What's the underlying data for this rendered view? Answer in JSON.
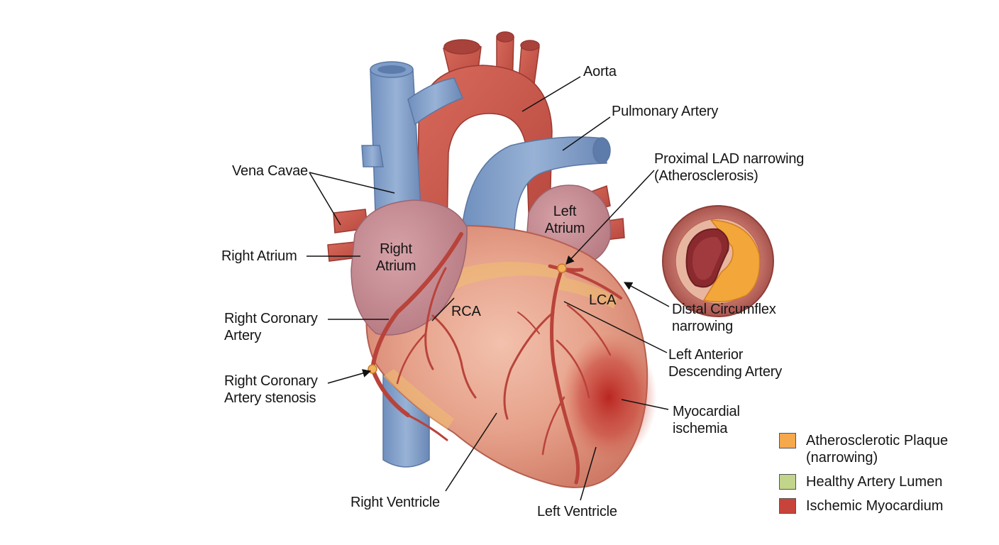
{
  "labels": {
    "aorta": "Aorta",
    "pulmonary_artery": "Pulmonary Artery",
    "proximal_lad": [
      "Proximal LAD narrowing",
      "(Atherosclerosis)"
    ],
    "vena_cavae": "Vena Cavae",
    "left_atrium": [
      "Left",
      "Atrium"
    ],
    "right_atrium_outer": "Right Atrium",
    "right_atrium_inner": [
      "Right",
      "Atrium"
    ],
    "lca": "LCA",
    "rca": "RCA",
    "distal_circumflex": [
      "Distal Circumflex",
      "narrowing"
    ],
    "right_coronary_artery": [
      "Right Coronary",
      "Artery"
    ],
    "left_anterior_descending": [
      "Left Anterior",
      "Descending Artery"
    ],
    "rca_stenosis": [
      "Right Coronary",
      "Artery stenosis"
    ],
    "myocardial_ischemia": [
      "Myocardial",
      "ischemia"
    ],
    "right_ventricle": "Right Ventricle",
    "left_ventricle": "Left Ventricle"
  },
  "legend": [
    {
      "label": [
        "Atherosclerotic Plaque",
        "(narrowing)"
      ],
      "color": "#f5a84c"
    },
    {
      "label": [
        "Healthy Artery Lumen"
      ],
      "color": "#c3d48b"
    },
    {
      "label": [
        "Ischemic Myocardium"
      ],
      "color": "#c8443a"
    }
  ],
  "colors": {
    "vein": "#7f9ec8",
    "artery": "#c8554a",
    "myocardium": "#e7a08a",
    "plaque": "#f5a84c",
    "atrium": "#c98a92"
  }
}
